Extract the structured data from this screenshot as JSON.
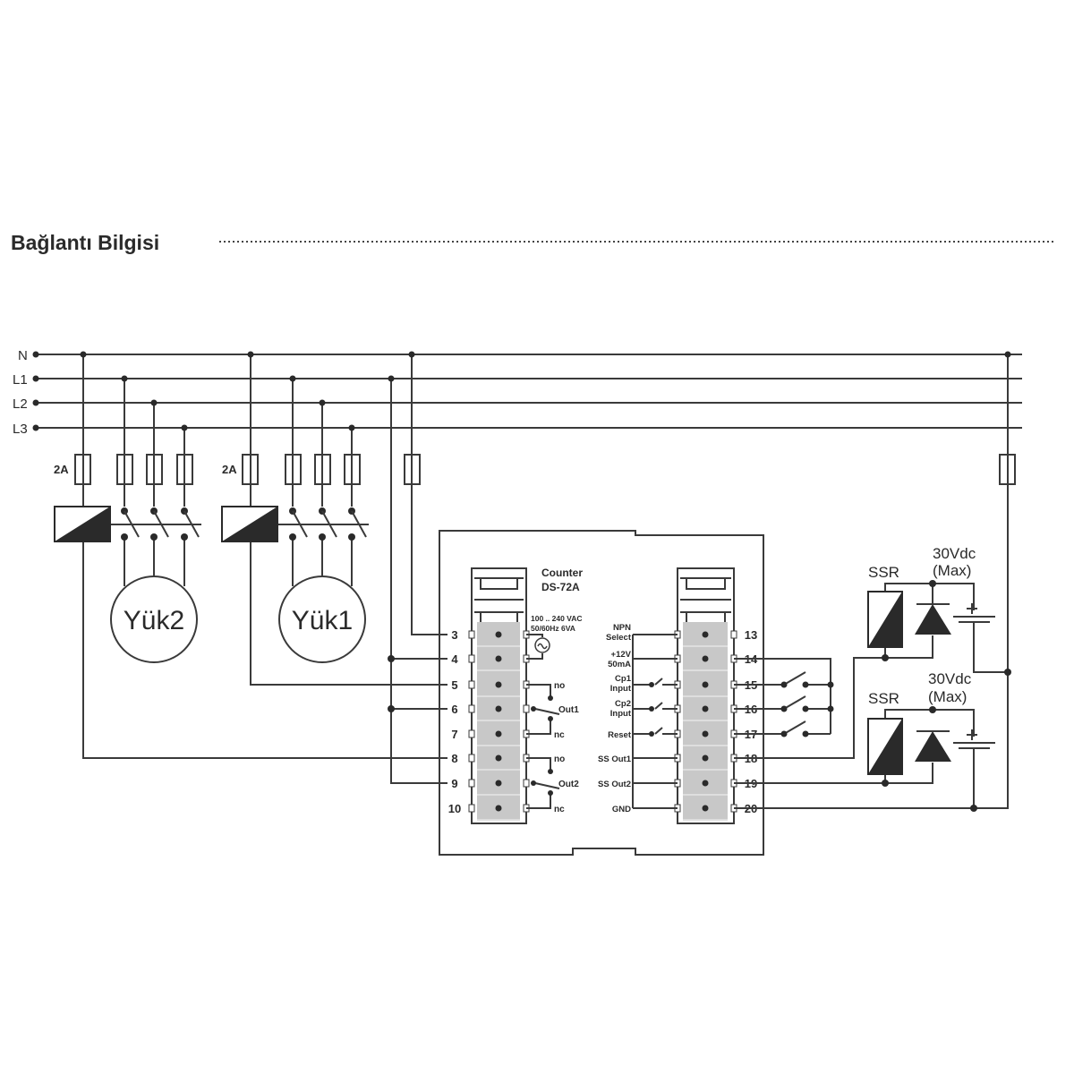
{
  "header": {
    "title": "Bağlantı Bilgisi"
  },
  "bus_lines": [
    "N",
    "L1",
    "L2",
    "L3"
  ],
  "fuse_rating": "2A",
  "loads": [
    "Yük2",
    "Yük1"
  ],
  "device": {
    "name": "Counter",
    "model": "DS-72A",
    "supply_line1": "100 .. 240 VAC",
    "supply_line2": "50/60Hz 6VA",
    "left_terminals": [
      "3",
      "4",
      "5",
      "6",
      "7",
      "8",
      "9",
      "10"
    ],
    "right_terminals": [
      "13",
      "14",
      "15",
      "16",
      "17",
      "18",
      "19",
      "20"
    ],
    "relay_labels": {
      "no": "no",
      "nc": "nc",
      "out1": "Out1",
      "out2": "Out2"
    },
    "right_labels": [
      "NPN",
      "Select",
      "+12V",
      "50mA",
      "Cp1",
      "Input",
      "Cp2",
      "Input",
      "Reset",
      "SS Out1",
      "SS Out2",
      "GND"
    ]
  },
  "ssr": {
    "label": "SSR",
    "voltage": "30Vdc",
    "max": "(Max)"
  },
  "colors": {
    "line": "#3a3a3a",
    "terminal": "#c8c8c8"
  }
}
